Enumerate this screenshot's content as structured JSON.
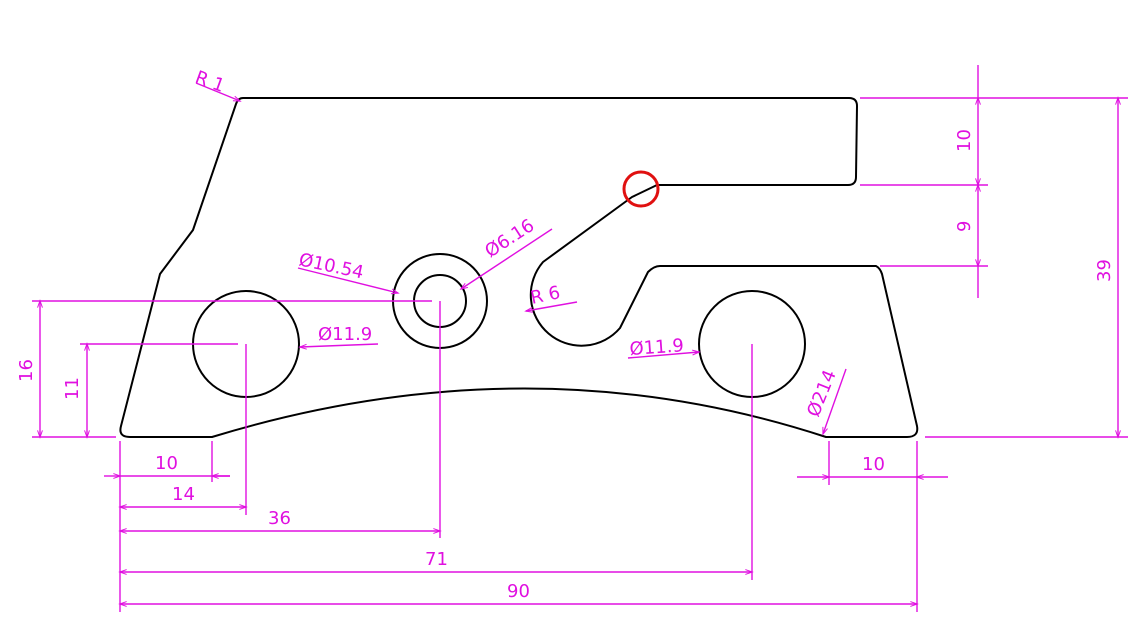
{
  "colors": {
    "part": "#000000",
    "dimension": "#e010e0",
    "highlight": "#e01010",
    "background": "#ffffff"
  },
  "highlight_marker": "red-circle",
  "dimensions": {
    "r1": "R 1",
    "d10_54": "Ø10.54",
    "d6_16": "Ø6.16",
    "r6": "R 6",
    "d11_9_left": "Ø11.9",
    "d11_9_right": "Ø11.9",
    "d214": "Ø214",
    "v16": "16",
    "v11": "11",
    "v10_right": "10",
    "v9": "9",
    "v39": "39",
    "h10_left": "10",
    "h14": "14",
    "h36": "36",
    "h71": "71",
    "h90": "90",
    "h10_right": "10"
  }
}
